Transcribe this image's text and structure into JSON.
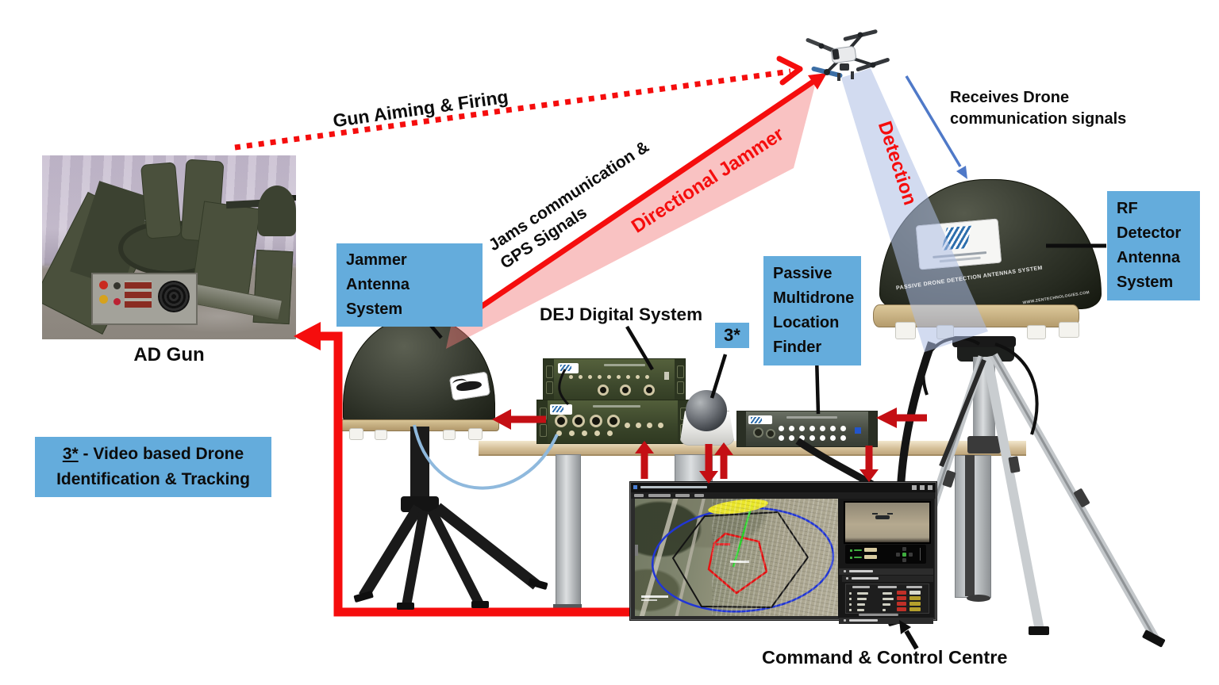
{
  "labels": {
    "gun_aiming_firing": "Gun Aiming & Firing",
    "jams_communication": "Jams communication &\nGPS Signals",
    "directional_jammer": "Directional Jammer",
    "detection": "Detection",
    "receives_drone": "Receives Drone\ncommunication signals",
    "ad_gun": "AD Gun",
    "dej_digital_system": "DEJ Digital System",
    "command_control_centre": "Command & Control Centre"
  },
  "callout_boxes": {
    "jammer_antenna_system": "Jammer Antenna\nSystem",
    "marker_3star": "3*",
    "passive_multidrone": "Passive\nMultidrone\nLocation\nFinder",
    "rf_detector": "RF\nDetector\nAntenna\nSystem",
    "video_note_prefix": "3*",
    "video_note_line1": " - Video based Drone",
    "video_note_line2": "Identification & Tracking"
  },
  "rf_dome_markings": {
    "band_text": "PASSIVE DRONE DETECTION ANTENNAS SYSTEM",
    "website_text": "WWW.ZENTECHNOLOGIES.COM"
  },
  "colors": {
    "label_box_blue": "#64acdc",
    "arrow_red": "#f50d0d",
    "connector_arrow_red": "#c40f14",
    "jammer_beam_pink": "rgba(242,120,120,0.45)",
    "detection_beam_blue": "rgba(173,190,228,0.55)",
    "detection_arrow_blue": "#4f79c8",
    "equipment_green": "#42502c",
    "dome_olive": "#3a3e33"
  }
}
